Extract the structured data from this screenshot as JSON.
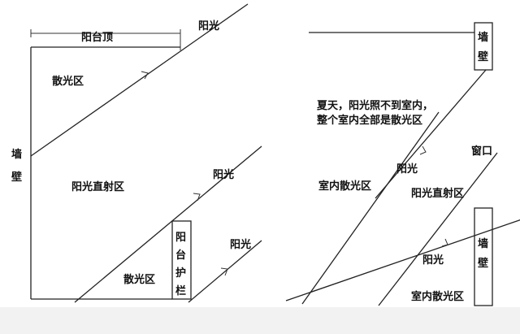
{
  "left": {
    "balcony_top": "阳台顶",
    "sunlight_top": "阳光",
    "diffuse_top": "散光区",
    "wall": [
      "墙",
      "壁"
    ],
    "direct_zone": "阳光直射区",
    "sunlight_mid": "阳光",
    "sunlight_low": "阳光",
    "railing": [
      "阳",
      "台",
      "护",
      "栏"
    ],
    "diffuse_bottom": "散光区"
  },
  "right": {
    "wall_top": [
      "墙",
      "壁"
    ],
    "summer_line1": "夏天，阳光照不到室内，",
    "summer_line2": "整个室内全部是散光区",
    "window": "窗口",
    "sunlight_mid": "阳光",
    "indoor_diffuse_mid": "室内散光区",
    "direct_zone": "阳光直射区",
    "wall_bottom": [
      "墙",
      "壁"
    ],
    "sunlight_low": "阳光",
    "indoor_diffuse_low": "室内散光区"
  },
  "colors": {
    "line": "#222222",
    "footer": "#f2f2f2"
  }
}
